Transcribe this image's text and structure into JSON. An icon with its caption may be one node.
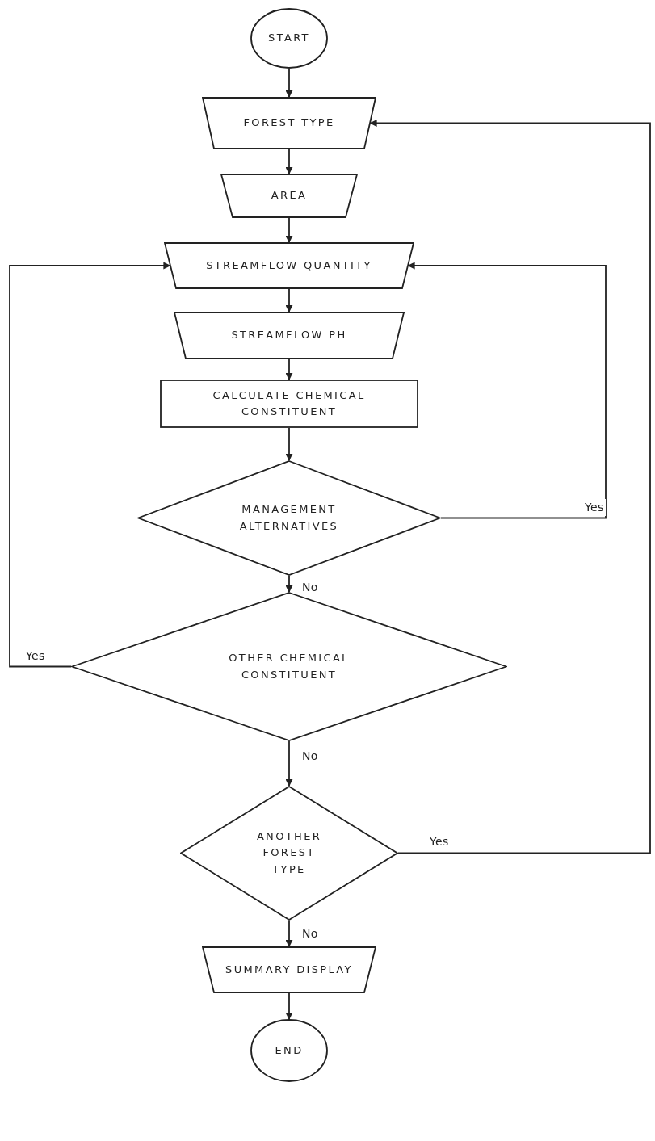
{
  "diagram": {
    "nodes": [
      {
        "text": [
          "START"
        ]
      },
      {
        "text": [
          "FOREST TYPE"
        ]
      },
      {
        "text": [
          "AREA"
        ]
      },
      {
        "text": [
          "STREAMFLOW QUANTITY"
        ]
      },
      {
        "text": [
          "STREAMFLOW PH"
        ]
      },
      {
        "text": [
          "CALCULATE CHEMICAL CONSTITUENT"
        ]
      },
      {
        "text": [
          "MANAGEMENT ALTERNATIVES"
        ]
      },
      {
        "text": [
          "OTHER CHEMICAL CONSTITUENT"
        ]
      },
      {
        "text": [
          "ANOTHER FOREST TYPE"
        ]
      },
      {
        "text": [
          "SUMMARY DISPLAY"
        ]
      },
      {
        "text": [
          "END"
        ]
      }
    ],
    "edges": [
      {
        "from": 0,
        "to": 1,
        "arrow": "to"
      },
      {
        "from": 1,
        "to": 2,
        "arrow": "to"
      },
      {
        "from": 2,
        "to": 3,
        "arrow": "to"
      },
      {
        "from": 3,
        "to": 4,
        "arrow": "to"
      },
      {
        "from": 4,
        "to": 5,
        "arrow": "to"
      },
      {
        "from": 5,
        "to": 6,
        "arrow": "to"
      },
      {
        "from": 6,
        "to": 3,
        "arrow": "to",
        "label": "Yes"
      },
      {
        "from": 6,
        "to": 7,
        "arrow": "to",
        "label": "No"
      },
      {
        "from": 7,
        "to": 3,
        "arrow": "to",
        "label": "Yes"
      },
      {
        "from": 7,
        "to": 8,
        "arrow": "to",
        "label": "No"
      },
      {
        "from": 8,
        "to": 1,
        "arrow": "to",
        "label": "Yes"
      },
      {
        "from": 8,
        "to": 9,
        "arrow": "to",
        "label": "No"
      },
      {
        "from": 9,
        "to": 10,
        "arrow": "to"
      }
    ]
  }
}
